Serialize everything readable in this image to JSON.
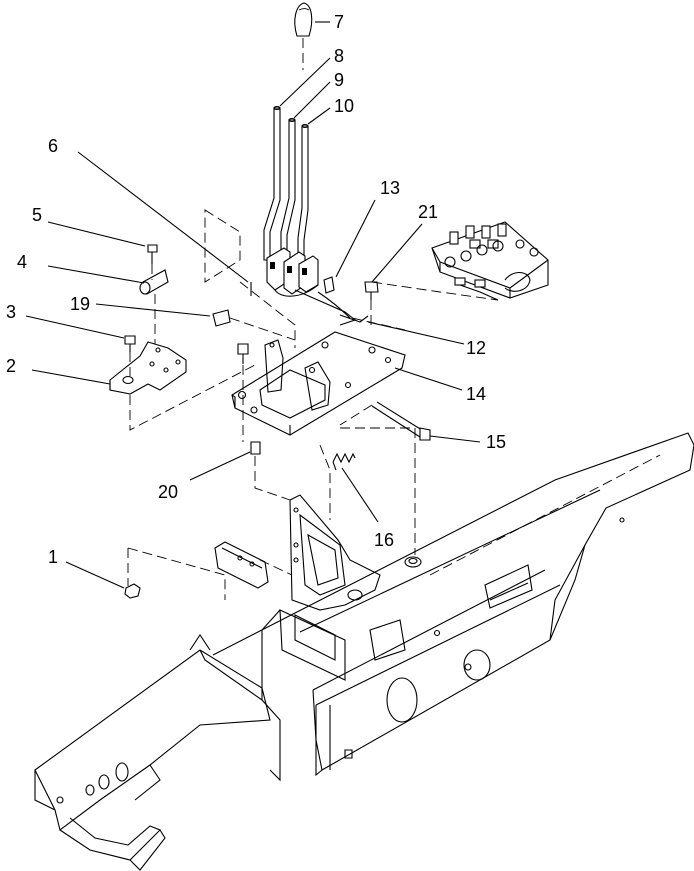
{
  "diagram": {
    "callouts": [
      {
        "id": "c1",
        "text": "1"
      },
      {
        "id": "c2",
        "text": "2"
      },
      {
        "id": "c3",
        "text": "3"
      },
      {
        "id": "c4",
        "text": "4"
      },
      {
        "id": "c5",
        "text": "5"
      },
      {
        "id": "c6",
        "text": "6"
      },
      {
        "id": "c7",
        "text": "7"
      },
      {
        "id": "c8",
        "text": "8"
      },
      {
        "id": "c9",
        "text": "9"
      },
      {
        "id": "c10",
        "text": "10"
      },
      {
        "id": "c12",
        "text": "12"
      },
      {
        "id": "c13",
        "text": "13"
      },
      {
        "id": "c14",
        "text": "14"
      },
      {
        "id": "c15",
        "text": "15"
      },
      {
        "id": "c16",
        "text": "16"
      },
      {
        "id": "c19",
        "text": "19"
      },
      {
        "id": "c20",
        "text": "20"
      },
      {
        "id": "c21",
        "text": "21"
      }
    ]
  }
}
